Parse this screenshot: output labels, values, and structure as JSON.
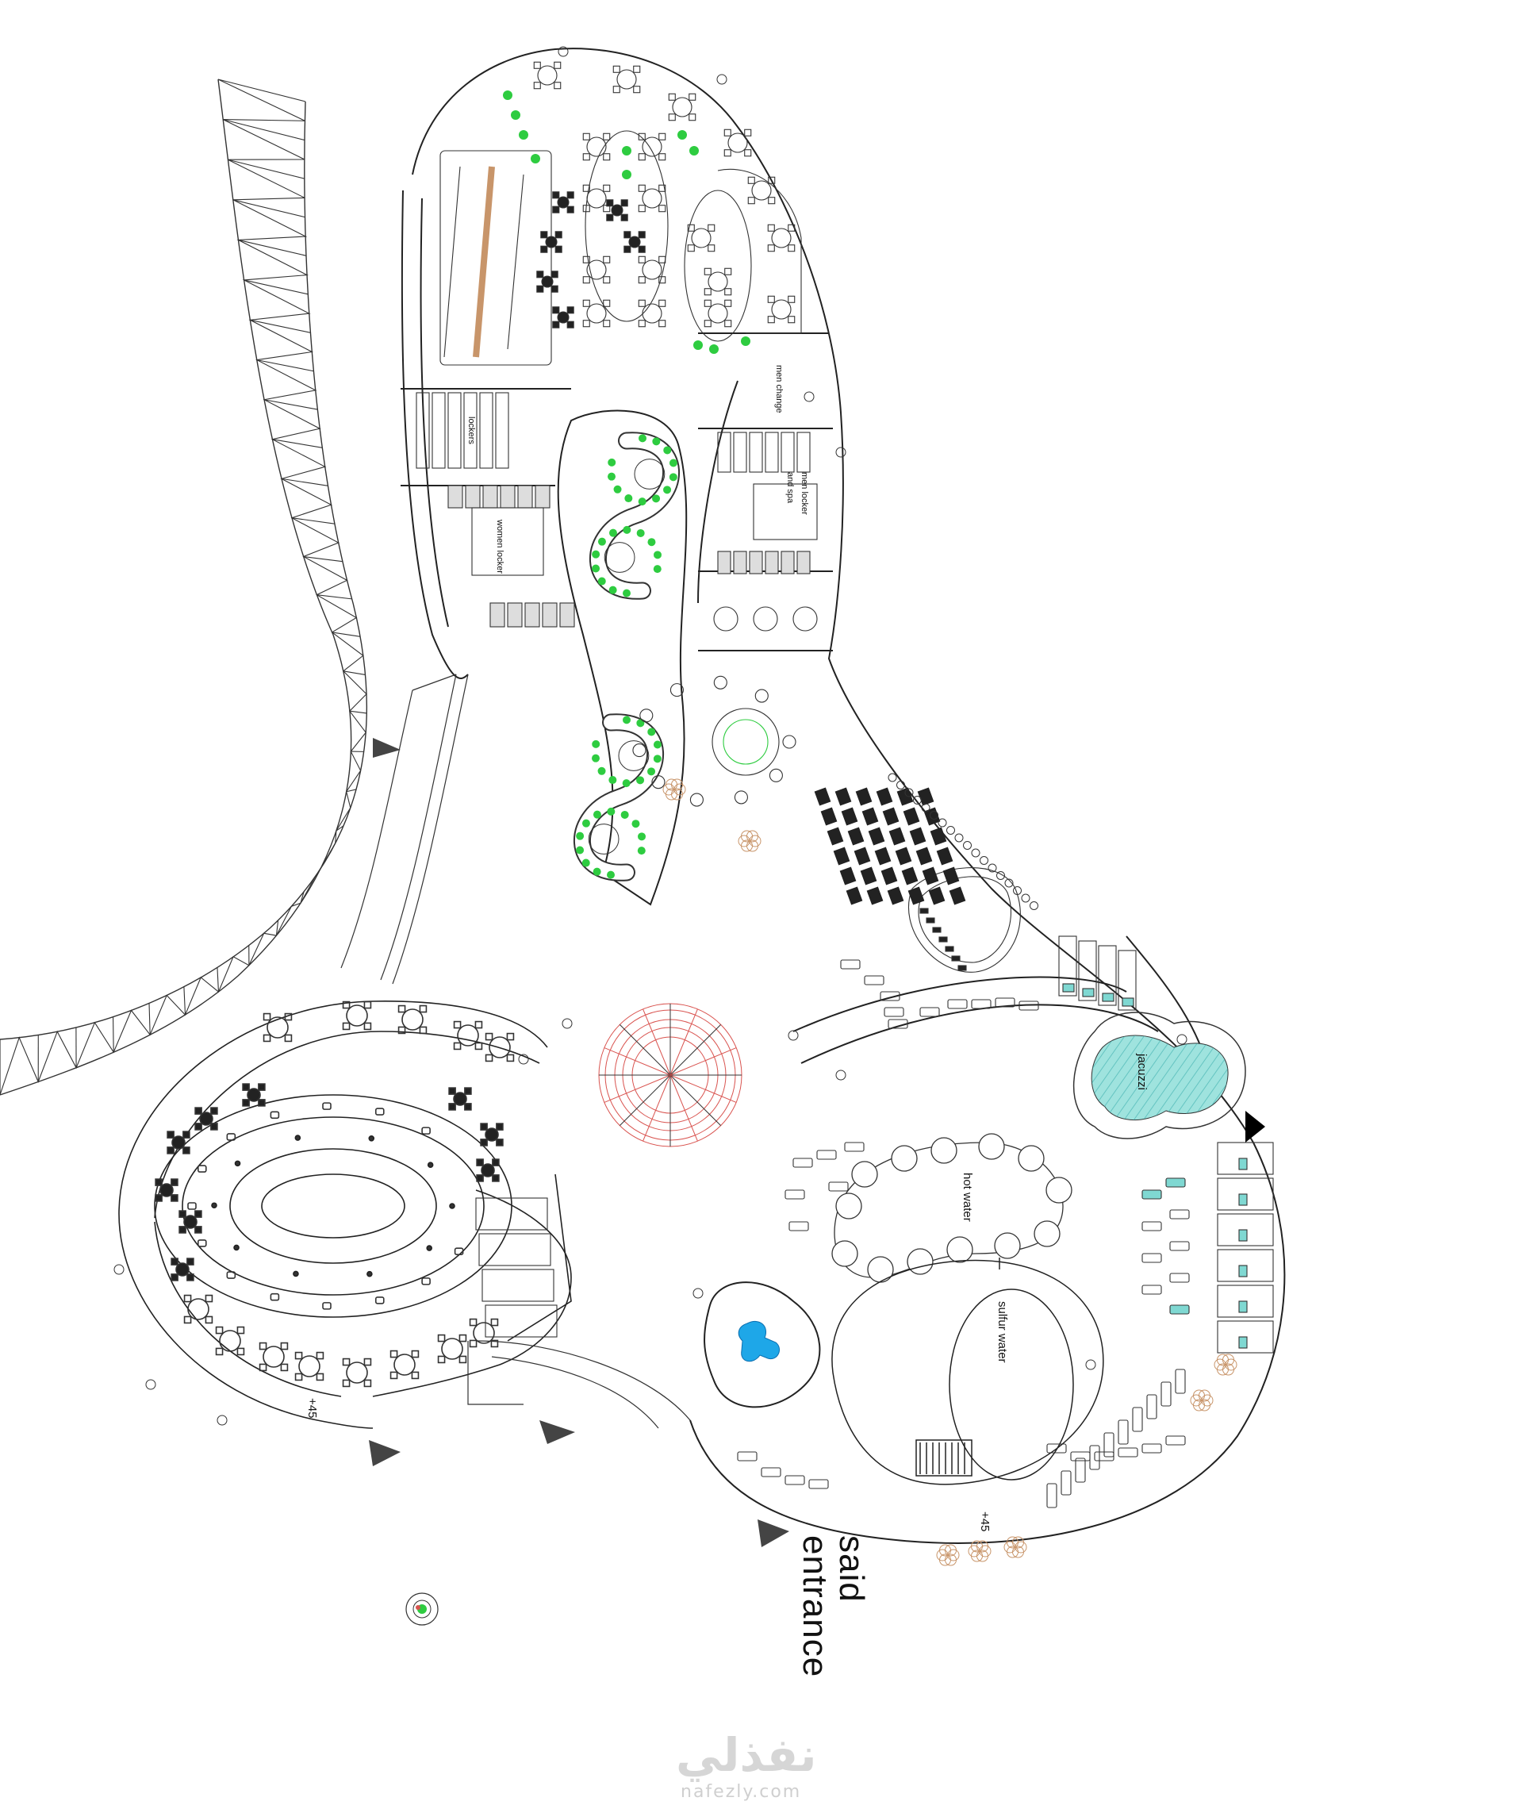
{
  "labels": {
    "jacuzzi": "jacuzzi",
    "hot_water": "hot water",
    "sulfur_water": "sulfur water",
    "level_left": "+45",
    "level_right": "+45",
    "entrance_1": "said",
    "entrance_2": "entrance",
    "mens_change": "men change",
    "spa_label": "and spa",
    "spa_label2": "men locker",
    "womens_label": "women locker",
    "lockers_label": "lockers"
  },
  "watermark": {
    "arabic": "نفذلي",
    "url": "nafezly.com"
  },
  "colors": {
    "line": "#2b2b2b",
    "plant": "#2ecc40",
    "pool": "#7fd8d2",
    "water_blue": "#1ea7e8",
    "accent_red": "#d9534f",
    "wood": "#c8956a",
    "watermark": "#d6d6d6"
  },
  "icons": {
    "north_arrow": "north-arrow-icon",
    "entrance_triangle": "entrance-triangle-icon"
  }
}
